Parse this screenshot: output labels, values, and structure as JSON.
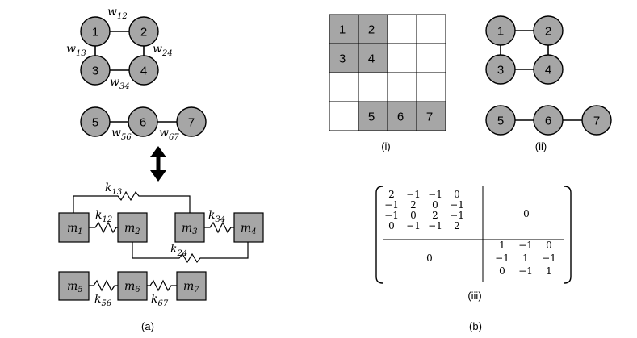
{
  "colors": {
    "node_fill": "#a6a6a6",
    "stroke": "#000000",
    "background": "#ffffff"
  },
  "panel_a": {
    "caption": "(a)",
    "graph_nodes": [
      "1",
      "2",
      "3",
      "4",
      "5",
      "6",
      "7"
    ],
    "edge_weights": {
      "w12": {
        "base": "w",
        "sub": "12"
      },
      "w13": {
        "base": "w",
        "sub": "13"
      },
      "w24": {
        "base": "w",
        "sub": "24"
      },
      "w34": {
        "base": "w",
        "sub": "34"
      },
      "w56": {
        "base": "w",
        "sub": "56"
      },
      "w67": {
        "base": "w",
        "sub": "67"
      }
    },
    "arrow_icon": "double-arrow-vertical",
    "masses": {
      "m1": {
        "base": "m",
        "sub": "1"
      },
      "m2": {
        "base": "m",
        "sub": "2"
      },
      "m3": {
        "base": "m",
        "sub": "3"
      },
      "m4": {
        "base": "m",
        "sub": "4"
      },
      "m5": {
        "base": "m",
        "sub": "5"
      },
      "m6": {
        "base": "m",
        "sub": "6"
      },
      "m7": {
        "base": "m",
        "sub": "7"
      }
    },
    "springs": {
      "k13": {
        "base": "k",
        "sub": "13"
      },
      "k12": {
        "base": "k",
        "sub": "12"
      },
      "k34": {
        "base": "k",
        "sub": "34"
      },
      "k24": {
        "base": "k",
        "sub": "24"
      },
      "k56": {
        "base": "k",
        "sub": "56"
      },
      "k67": {
        "base": "k",
        "sub": "67"
      }
    }
  },
  "panel_b": {
    "caption": "(b)",
    "grid": {
      "caption": "(i)",
      "rows": [
        [
          "1",
          "2",
          "",
          ""
        ],
        [
          "3",
          "4",
          "",
          ""
        ],
        [
          "",
          "",
          "",
          ""
        ],
        [
          "",
          "5",
          "6",
          "7"
        ]
      ],
      "shaded": [
        [
          true,
          true,
          false,
          false
        ],
        [
          true,
          true,
          false,
          false
        ],
        [
          false,
          false,
          false,
          false
        ],
        [
          false,
          true,
          true,
          true
        ]
      ]
    },
    "graph": {
      "caption": "(ii)",
      "nodes": [
        "1",
        "2",
        "3",
        "4",
        "5",
        "6",
        "7"
      ]
    },
    "matrix": {
      "caption": "(iii)",
      "block1": [
        [
          "2",
          "−1",
          "−1",
          "0"
        ],
        [
          "−1",
          "2",
          "0",
          "−1"
        ],
        [
          "−1",
          "0",
          "2",
          "−1"
        ],
        [
          "0",
          "−1",
          "−1",
          "2"
        ]
      ],
      "block2": [
        [
          "1",
          "−1",
          "0"
        ],
        [
          "−1",
          "1",
          "−1"
        ],
        [
          "0",
          "−1",
          "1"
        ]
      ],
      "zero_top_right": "0",
      "zero_bottom_left": "0"
    }
  }
}
